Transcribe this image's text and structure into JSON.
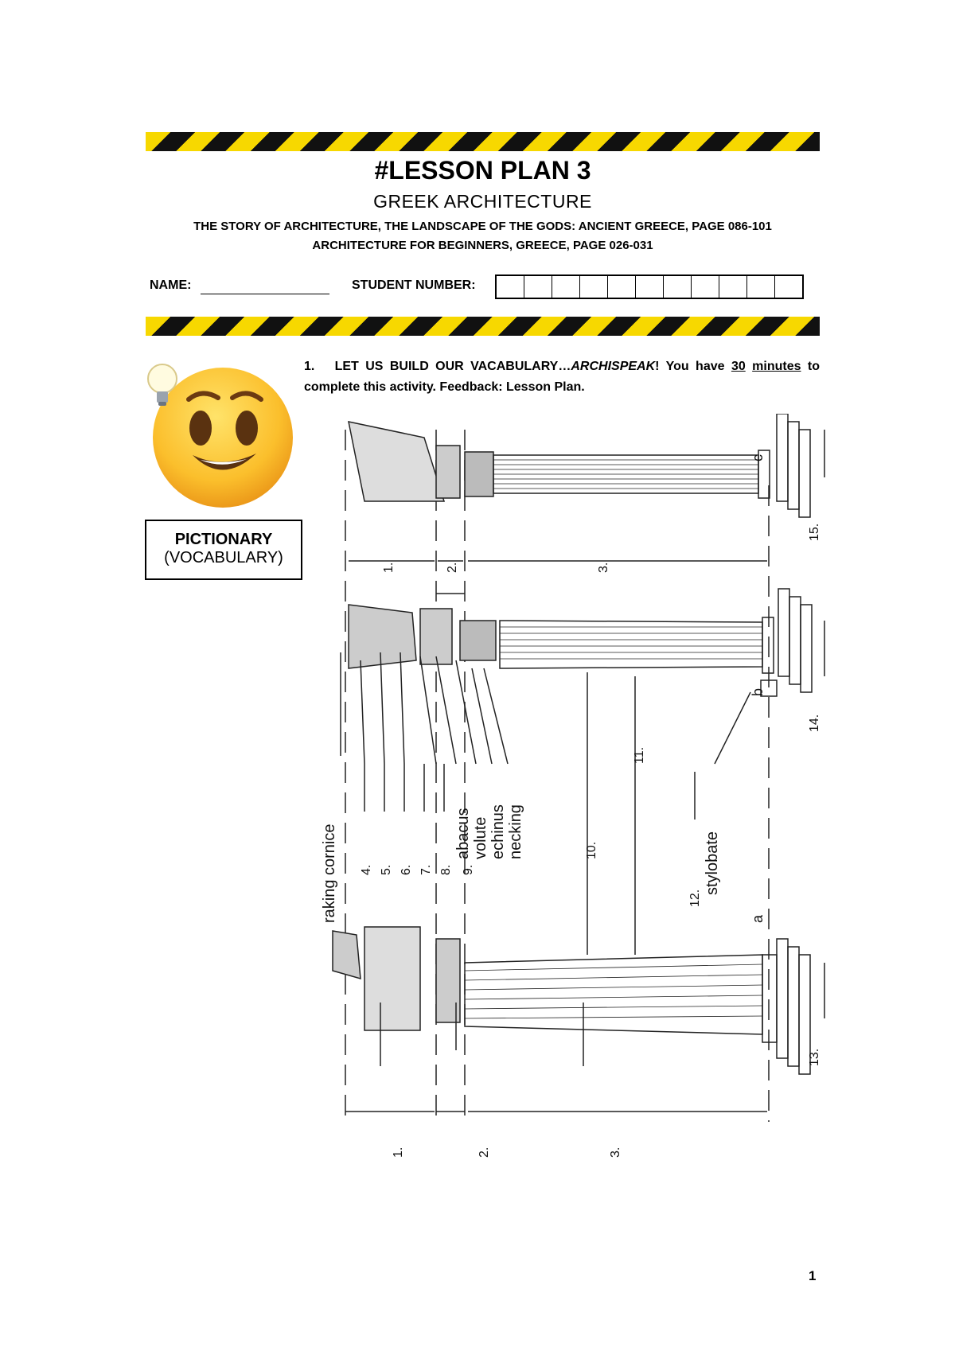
{
  "header": {
    "title": "#LESSON PLAN 3",
    "subtitle": "GREEK ARCHITECTURE",
    "ref1": "THE STORY OF ARCHITECTURE, THE LANDSCAPE OF THE GODS: ANCIENT GREECE, PAGE 086-101",
    "ref2": "ARCHITECTURE FOR BEGINNERS, GREECE, PAGE 026-031",
    "name_label": "NAME:",
    "student_number_label": "STUDENT NUMBER:",
    "student_number_boxes": 11
  },
  "sidebar": {
    "box_title": "PICTIONARY",
    "box_subtitle": "(VOCABULARY)",
    "emoji_icon": "smiley-lightbulb-icon"
  },
  "instruction": {
    "number": "1.",
    "part1": "LET US BUILD OUR VACABULARY…",
    "archispeak": "ARCHISPEAK",
    "part2": "! You have ",
    "u1": "30",
    "u2": "minutes",
    "part3": " to complete this activity.  Feedback: Lesson Plan."
  },
  "diagram": {
    "labels": {
      "raking_cornice": "raking cornice",
      "abacus": "abacus",
      "volute": "volute",
      "echinus": "echinus",
      "necking": "necking",
      "stylobate": "stylobate",
      "col_a": "a",
      "col_b": "b",
      "col_c": "c"
    },
    "numbers": [
      "1.",
      "2.",
      "3.",
      "4.",
      "5.",
      "6.",
      "7.",
      "8.",
      "9.",
      "10.",
      "11.",
      "12.",
      "13.",
      "14.",
      "15."
    ]
  },
  "footer": {
    "page_number": "1"
  },
  "colors": {
    "hazard_yellow": "#f7d800",
    "hazard_black": "#111111"
  }
}
